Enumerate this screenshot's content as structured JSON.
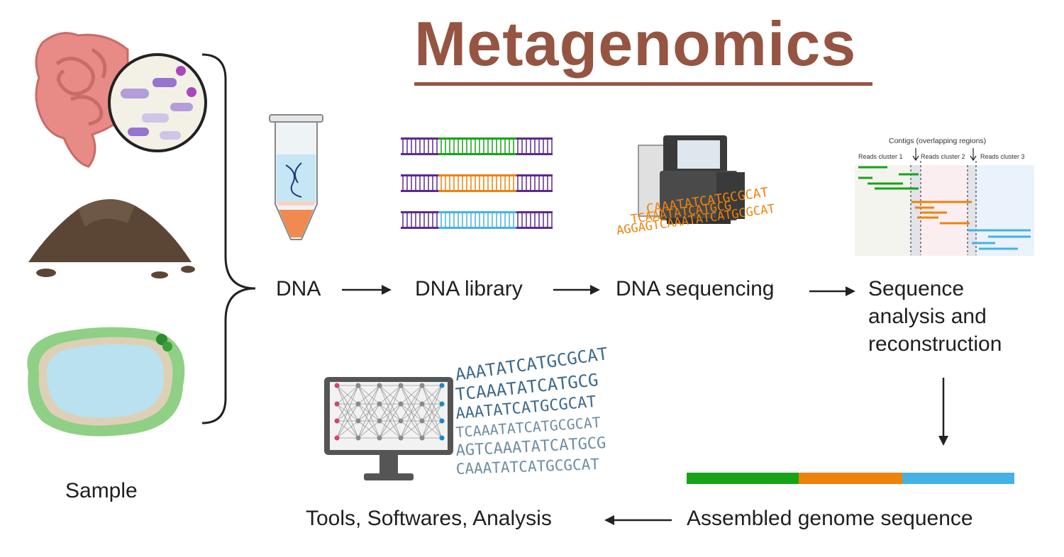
{
  "title": "Metagenomics",
  "labels": {
    "sample": "Sample",
    "dna": "DNA",
    "dna_library": "DNA library",
    "dna_sequencing": "DNA sequencing",
    "sequence_analysis": [
      "Sequence",
      "analysis and",
      "reconstruction"
    ],
    "assembled": "Assembled genome sequence",
    "tools": "Tools, Softwares, Analysis"
  },
  "contig_panel": {
    "header": "Contigs (overlapping regions)",
    "clusters": [
      "Reads cluster 1",
      "Reads cluster 2",
      "Reads cluster 3"
    ]
  },
  "sequence_strings": {
    "sequencer_lines": [
      "CAAATATCATGCGCAT",
      "TCAAATATCATGCG",
      "AGGAGTCAAATATCATGCGCAT"
    ],
    "monitor_lines": [
      "AAATATCATGCGCAT",
      "TCAAATATCATGCG",
      "AAATATCATGCGCAT",
      "TCAAATATCATGCGCAT",
      "AGTCAAATATCATGCG",
      "CAAATATCATGCGCAT"
    ]
  },
  "colors": {
    "title": "#955542",
    "green": "#16a316",
    "orange": "#ee820a",
    "blue": "#45b1e4",
    "purple": "#5b2a8e",
    "text": "#1f1f1f"
  }
}
